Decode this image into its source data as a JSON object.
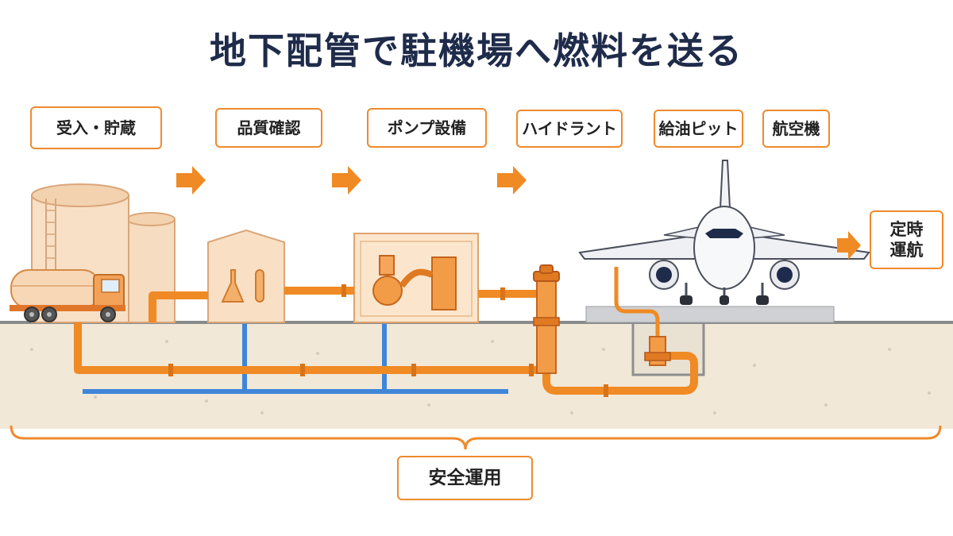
{
  "title": "地下配管で駐機場へ燃料を送る",
  "steps": [
    {
      "label": "受入・貯蔵"
    },
    {
      "label": "品質確認"
    },
    {
      "label": "ポンプ設備"
    },
    {
      "label": "ハイドラント"
    },
    {
      "label": "給油ピット"
    },
    {
      "label": "航空機"
    }
  ],
  "outcome": {
    "line1": "定時",
    "line2": "運航"
  },
  "footer": "安全運用",
  "colors": {
    "accent": "#ef8a2c",
    "pipe": "#f08a24",
    "water_pipe": "#3f86d9",
    "title": "#1f2b4a",
    "ground": "#f1e8d8"
  },
  "icons": [
    "storage-tank-icon",
    "tanker-truck-icon",
    "lab-flask-icon",
    "pump-icon",
    "hydrant-riser-icon",
    "aircraft-icon",
    "arrow-right-icon",
    "curly-brace-icon"
  ]
}
